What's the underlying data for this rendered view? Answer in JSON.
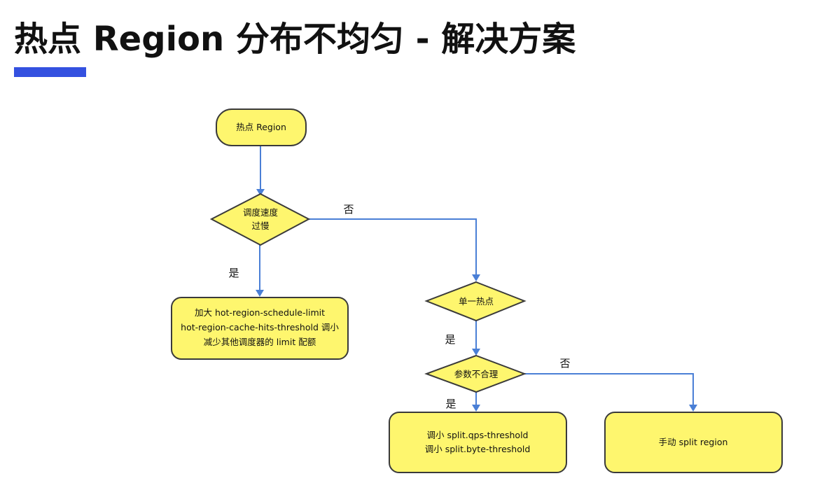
{
  "title": "热点 Region 分布不均匀 - 解决方案",
  "colors": {
    "accent_bar": "#3451e0",
    "node_fill": "#fef66e",
    "node_stroke": "#3a3a3a",
    "connector": "#4a7fd6"
  },
  "nodes": {
    "start": {
      "lines": [
        "热点 Region"
      ]
    },
    "decision_speed": {
      "lines": [
        "调度速度",
        "过慢"
      ]
    },
    "action_adjust_limit": {
      "lines": [
        "加大 hot-region-schedule-limit",
        "hot-region-cache-hits-threshold 调小",
        "减少其他调度器的 limit 配额"
      ]
    },
    "decision_single": {
      "lines": [
        "单一热点"
      ]
    },
    "decision_params": {
      "lines": [
        "参数不合理"
      ]
    },
    "action_adjust_threshold": {
      "lines": [
        "调小 split.qps-threshold",
        "调小 split.byte-threshold"
      ]
    },
    "action_manual_split": {
      "lines": [
        "手动 split region"
      ]
    }
  },
  "edge_labels": {
    "speed_no": "否",
    "speed_yes": "是",
    "single_yes": "是",
    "params_no": "否",
    "params_yes": "是"
  }
}
